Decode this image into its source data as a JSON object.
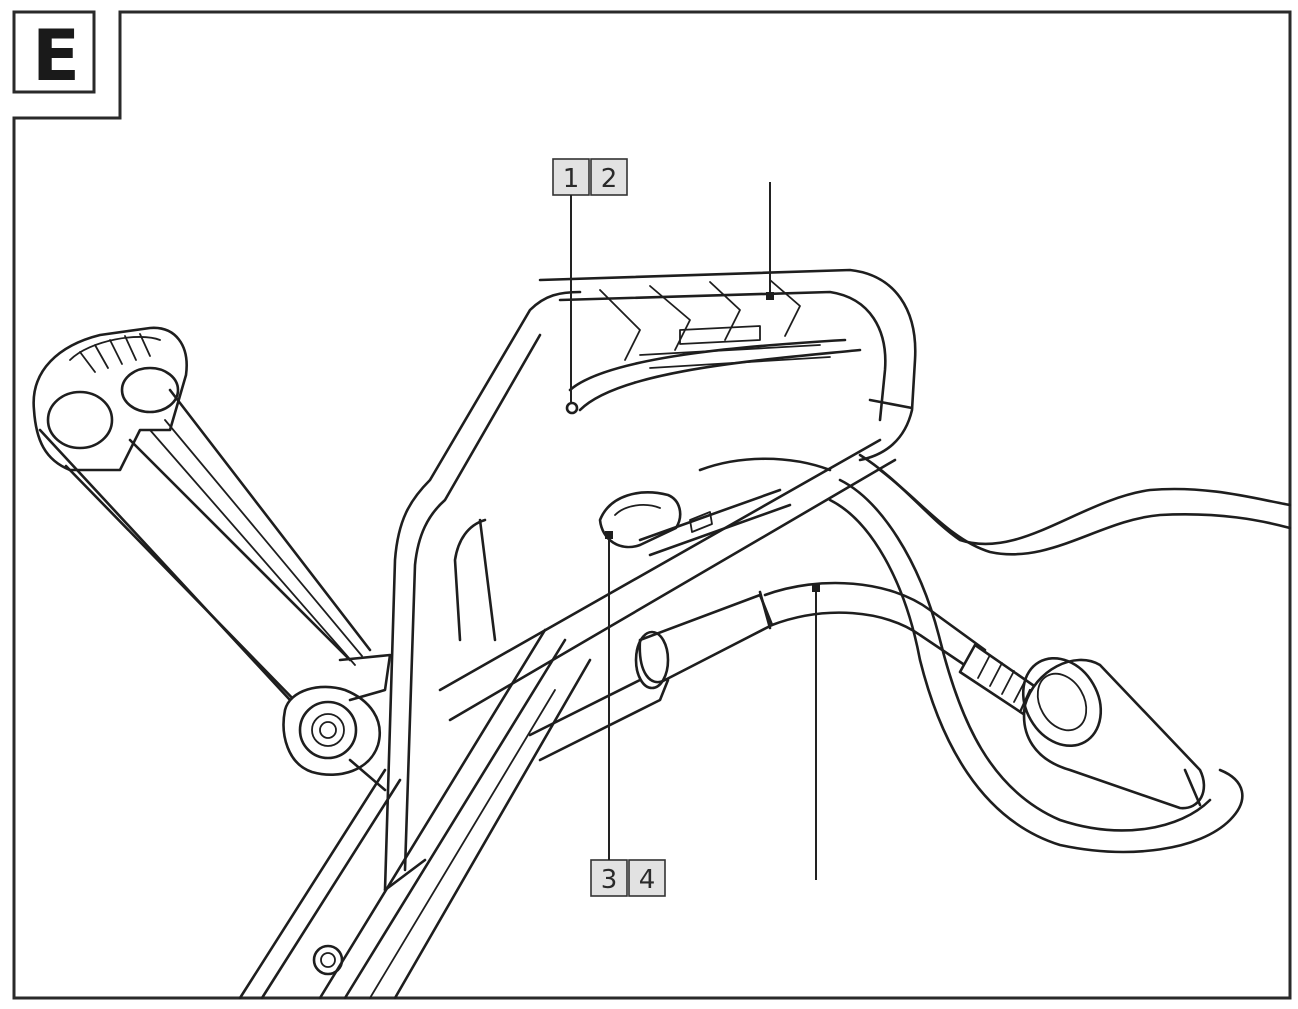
{
  "figure_letter": "E",
  "callouts": [
    {
      "id": "c1",
      "label": "1"
    },
    {
      "id": "c2",
      "label": "2"
    },
    {
      "id": "c3",
      "label": "3"
    },
    {
      "id": "c4",
      "label": "4"
    }
  ]
}
